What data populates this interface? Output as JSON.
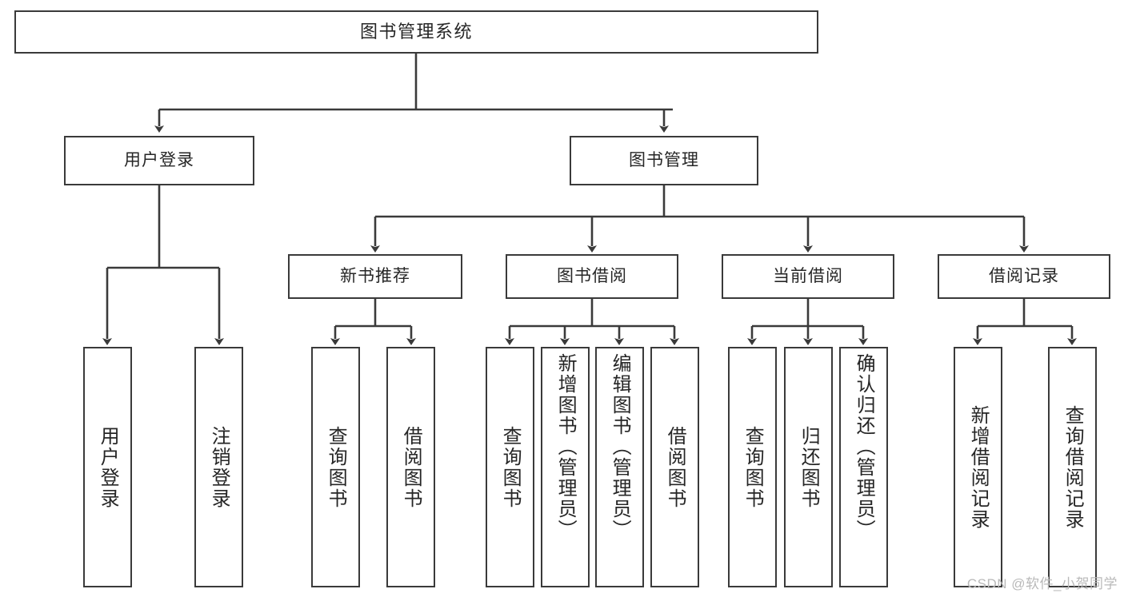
{
  "diagram": {
    "title": "图书管理系统",
    "type": "tree-hierarchy",
    "stroke_color": "#3a3a3a",
    "text_color": "#262626",
    "background_color": "#ffffff",
    "watermark": "CSDN @软件_小贺同学",
    "levels": {
      "level1": [
        "图书管理系统"
      ],
      "level2": [
        "用户登录",
        "图书管理"
      ],
      "level3": [
        "新书推荐",
        "图书借阅",
        "当前借阅",
        "借阅记录"
      ],
      "level4": [
        "用户登录",
        "注销登录",
        "查询图书",
        "借阅图书",
        "查询图书",
        "新增图书（管理员）",
        "编辑图书（管理员）",
        "借阅图书",
        "查询图书",
        "归还图书",
        "确认归还（管理员）",
        "新增借阅记录",
        "查询借阅记录"
      ]
    },
    "nodes": {
      "root": "图书管理系统",
      "user_login": "用户登录",
      "book_manage": "图书管理",
      "new_book_rec": "新书推荐",
      "book_borrow": "图书借阅",
      "current_borrow": "当前借阅",
      "borrow_record": "借阅记录",
      "leaf_user_login": "用户登录",
      "leaf_logout": "注销登录",
      "leaf_query_book_1": "查询图书",
      "leaf_borrow_book_1": "借阅图书",
      "leaf_query_book_2": "查询图书",
      "leaf_add_book": "新增图书（管理员）",
      "leaf_edit_book": "编辑图书（管理员）",
      "leaf_borrow_book_2": "借阅图书",
      "leaf_query_book_3": "查询图书",
      "leaf_return_book": "归还图书",
      "leaf_confirm_return": "确认归还（管理员）",
      "leaf_add_record": "新增借阅记录",
      "leaf_query_record": "查询借阅记录"
    }
  }
}
